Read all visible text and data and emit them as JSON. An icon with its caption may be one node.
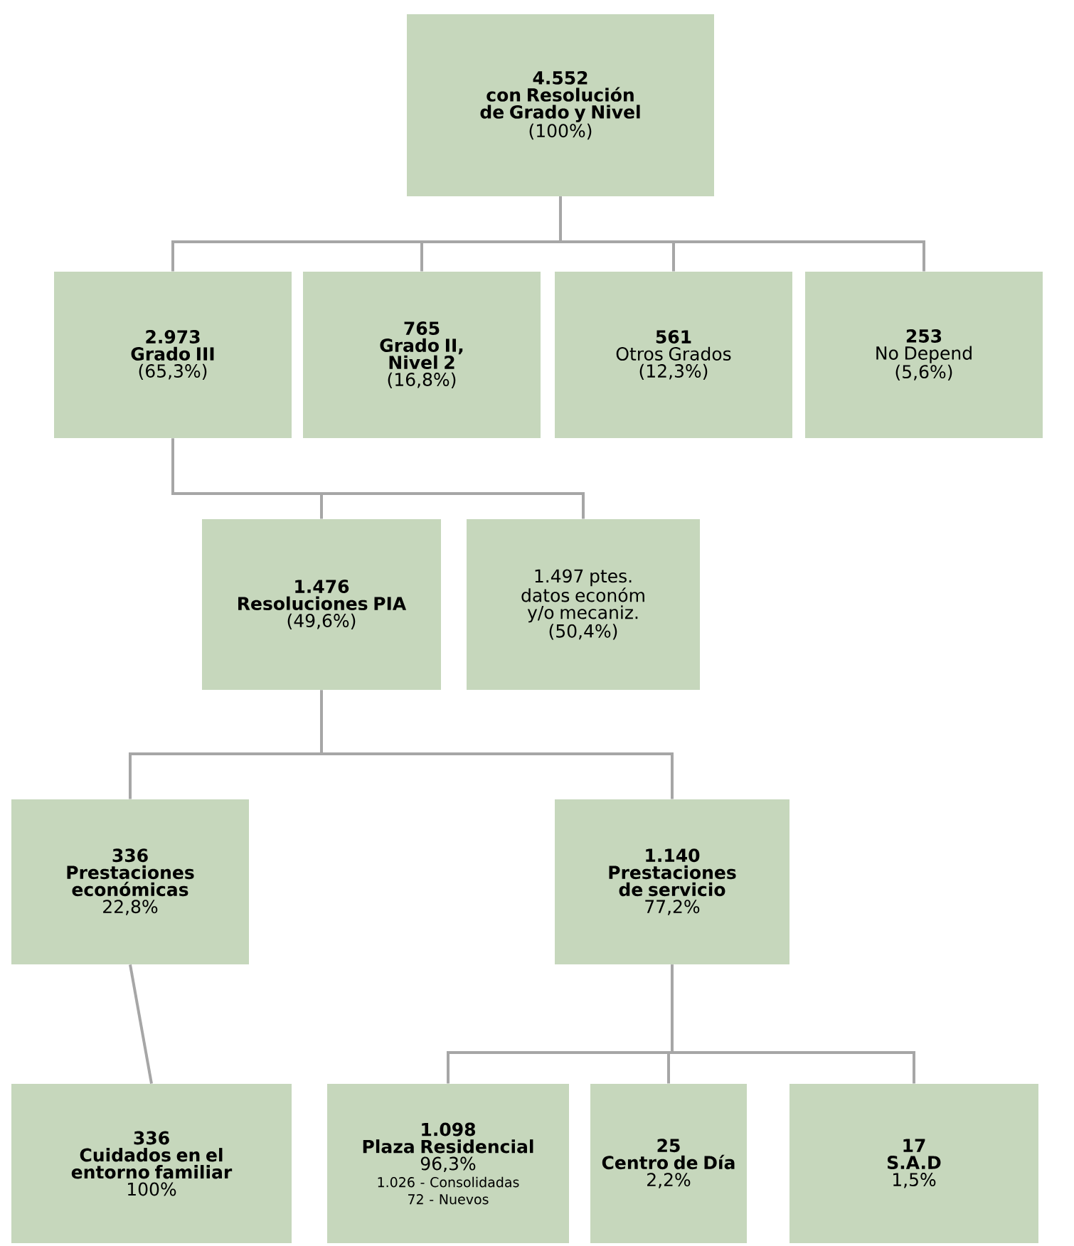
{
  "diagram": {
    "nodes": [
      {
        "text": [
          "4.552",
          "con Resolución de Grado y Nivel",
          "(100%)"
        ]
      },
      {
        "text": [
          "2.973",
          "Grado III",
          "(65,3%)"
        ]
      },
      {
        "text": [
          "765",
          "Grado II, Nivel 2",
          "(16,8%)"
        ]
      },
      {
        "text": [
          "561",
          "Otros Grados",
          "(12,3%)"
        ]
      },
      {
        "text": [
          "253",
          "No Depend",
          "(5,6%)"
        ]
      },
      {
        "text": [
          "1.476",
          "Resoluciones PIA",
          "(49,6%)"
        ]
      },
      {
        "text": [
          "1.497 ptes. datos económ y/o mecaniz.",
          "(50,4%)"
        ]
      },
      {
        "text": [
          "336",
          "Prestaciones económicas",
          "22,8%"
        ]
      },
      {
        "text": [
          "1.140",
          "Prestaciones de servicio",
          "77,2%"
        ]
      },
      {
        "text": [
          "336",
          "Cuidados en el entorno familiar",
          "100%"
        ]
      },
      {
        "text": [
          "1.098",
          "Plaza Residencial",
          "96,3%",
          "1.026 - Consolidadas",
          "72 - Nuevos"
        ]
      },
      {
        "text": [
          "25",
          "Centro de Día",
          "2,2%"
        ]
      },
      {
        "text": [
          "17",
          "S.A.D",
          "1,5%"
        ]
      }
    ],
    "edges": [
      {
        "from": 0,
        "to": 1,
        "arrow": "none"
      },
      {
        "from": 0,
        "to": 2,
        "arrow": "none"
      },
      {
        "from": 0,
        "to": 3,
        "arrow": "none"
      },
      {
        "from": 0,
        "to": 4,
        "arrow": "none"
      },
      {
        "from": 1,
        "to": 5,
        "arrow": "none"
      },
      {
        "from": 1,
        "to": 6,
        "arrow": "none"
      },
      {
        "from": 5,
        "to": 7,
        "arrow": "none"
      },
      {
        "from": 5,
        "to": 8,
        "arrow": "none"
      },
      {
        "from": 7,
        "to": 9,
        "arrow": "none"
      },
      {
        "from": 8,
        "to": 10,
        "arrow": "none"
      },
      {
        "from": 8,
        "to": 11,
        "arrow": "none"
      },
      {
        "from": 8,
        "to": 12,
        "arrow": "none"
      }
    ]
  }
}
